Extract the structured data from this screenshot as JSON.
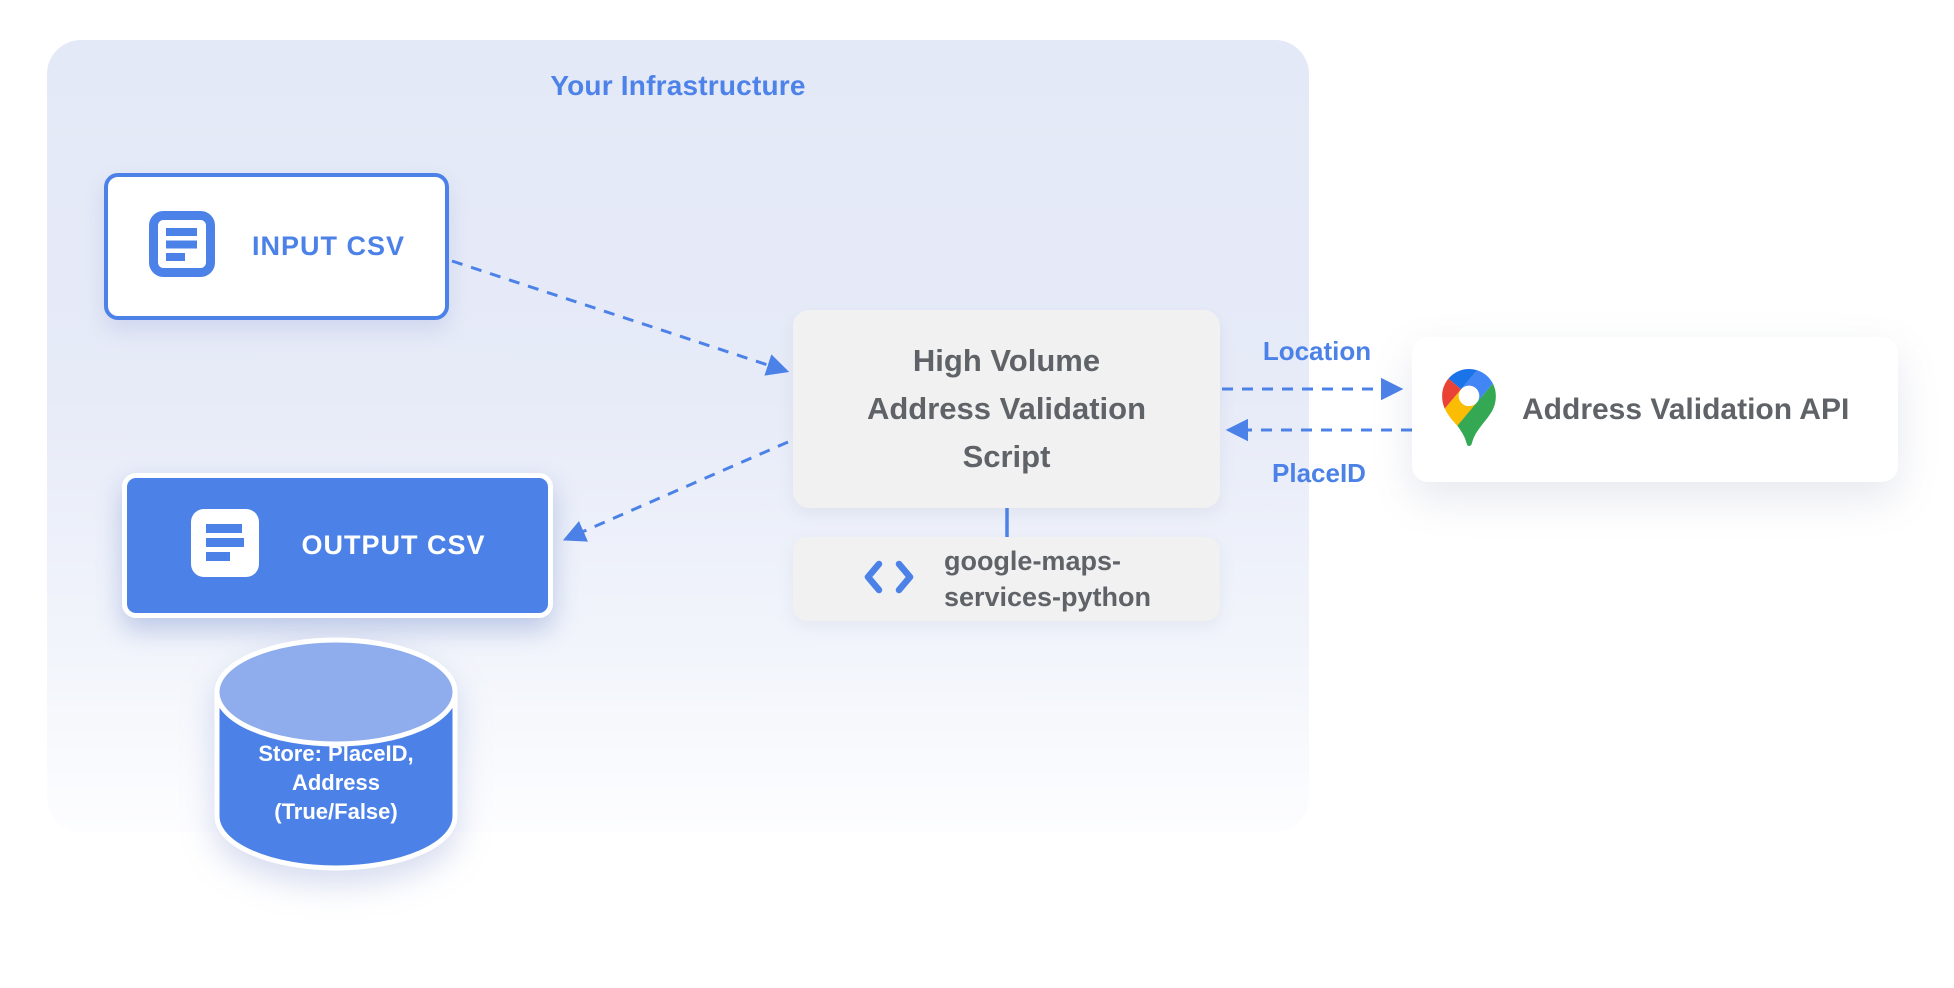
{
  "colors": {
    "accent_blue": "#4c82e8",
    "container_background": "#e4e9f7",
    "gray_box_background": "#f1f1f2",
    "gray_text": "#5f6368",
    "cylinder_top": "#8fadec",
    "pin_red": "#ea4335",
    "pin_blue": "#4285f4",
    "pin_dark_blue": "#1a73e8",
    "pin_yellow": "#fbbc04",
    "pin_green": "#34a853"
  },
  "infrastructure": {
    "title": "Your Infrastructure"
  },
  "nodes": {
    "input_csv": {
      "label": "INPUT CSV",
      "icon": "document-icon"
    },
    "output_csv": {
      "label": "OUTPUT CSV",
      "icon": "document-icon"
    },
    "datastore": {
      "label": "Store: PlaceID,\nAddress\n(True/False)",
      "icon": "database-cylinder"
    },
    "script": {
      "label": "High Volume\nAddress Validation\nScript"
    },
    "library": {
      "label": "google-maps-\nservices-python",
      "icon": "code-icon"
    },
    "api": {
      "label": "Address Validation API",
      "icon": "google-maps-pin-icon"
    }
  },
  "edges": {
    "input_to_script": {
      "style": "dashed"
    },
    "script_to_output": {
      "style": "dashed"
    },
    "script_to_api": {
      "label": "Location",
      "style": "dashed"
    },
    "api_to_script": {
      "label": "PlaceID",
      "style": "dashed"
    },
    "script_to_library": {
      "style": "solid"
    }
  }
}
